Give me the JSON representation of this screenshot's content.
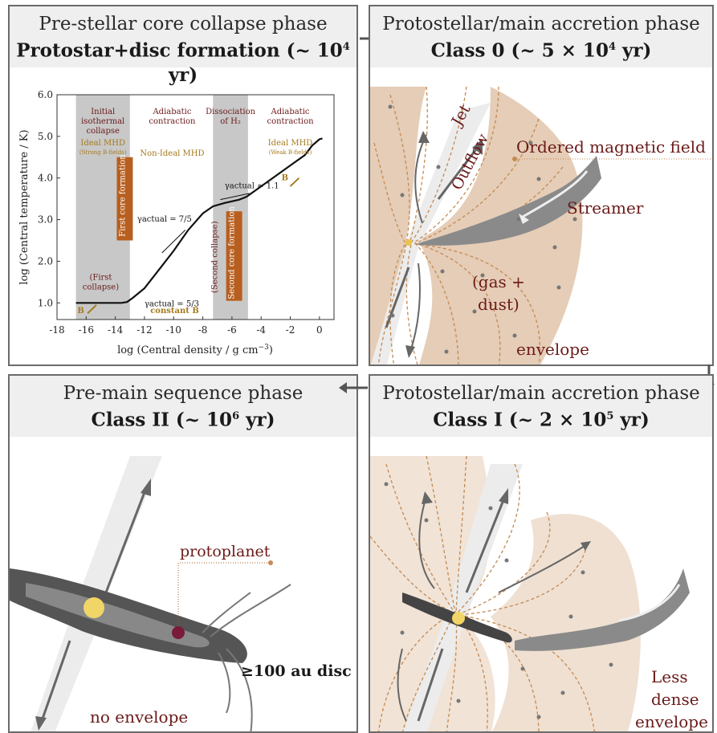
{
  "panel_tl": {
    "title": "Pre-stellar core collapse phase",
    "subtitle_a": "Protostar+disc formation (~ 10",
    "subtitle_exp": "4",
    "subtitle_b": " yr)"
  },
  "panel_tr": {
    "title": "Protostellar/main accretion phase",
    "subtitle_a": "Class 0 (~ 5 × 10",
    "subtitle_exp": "4",
    "subtitle_b": " yr)",
    "labels": {
      "jet": "Jet",
      "outflow": "Outflow",
      "field": "Ordered magnetic field",
      "streamer": "Streamer",
      "gas": "(gas +",
      "dust": "dust)",
      "envelope": "envelope"
    }
  },
  "panel_bl": {
    "title": "Pre-main sequence phase",
    "subtitle_a": "Class II (~ 10",
    "subtitle_exp": "6",
    "subtitle_b": " yr)",
    "labels": {
      "protoplanet": "protoplanet",
      "disc": "≥100 au disc",
      "no_envelope": "no envelope"
    }
  },
  "panel_br": {
    "title": "Protostellar/main accretion phase",
    "subtitle_a": "Class I (~ 2 × 10",
    "subtitle_exp": "5",
    "subtitle_b": " yr)",
    "labels": {
      "less": "Less",
      "dense": "dense",
      "envelope": "envelope"
    }
  },
  "colors": {
    "envelope": "#e5cdb7",
    "field_lines": "#c48a52",
    "band": "#c8c8c8",
    "orange_box": "#b85f1f",
    "maroon": "#6b1a1a",
    "gold": "#a57a1e"
  },
  "chart_data": {
    "type": "line",
    "xlabel": "log (Central density / g cm",
    "xlabel_exp": "−3",
    "xlabel_end": ")",
    "ylabel": "log (Central temperature / K)",
    "xlim": [
      -18,
      1
    ],
    "ylim": [
      0.6,
      6.0
    ],
    "xticks": [
      -18,
      -16,
      -14,
      -12,
      -10,
      -8,
      -6,
      -4,
      -2,
      0
    ],
    "yticks": [
      1.0,
      2.0,
      3.0,
      4.0,
      5.0,
      6.0
    ],
    "xtick_labels": [
      "-18",
      "-16",
      "-14",
      "-12",
      "-10",
      "-8",
      "-6",
      "-4",
      "-2",
      "0"
    ],
    "ytick_labels": [
      "1.0",
      "2.0",
      "3.0",
      "4.0",
      "5.0",
      "6.0"
    ],
    "shaded_ranges": [
      [
        -16.7,
        -13.0
      ],
      [
        -7.3,
        -4.9
      ]
    ],
    "series": [
      {
        "x": [
          -16.7,
          -13.6,
          -13.2,
          -12.8,
          -12.0,
          -11.0,
          -10.0,
          -9.0,
          -8.0,
          -7.3,
          -6.5,
          -5.5,
          -5.0,
          -4.0,
          -3.0,
          -2.0,
          -1.0,
          -0.5,
          0.0,
          0.2
        ],
        "y": [
          1.0,
          1.0,
          1.02,
          1.12,
          1.35,
          1.8,
          2.25,
          2.75,
          3.15,
          3.32,
          3.4,
          3.48,
          3.55,
          3.8,
          4.05,
          4.3,
          4.55,
          4.78,
          4.93,
          4.95
        ]
      }
    ],
    "annotations": {
      "region1": [
        "Initial",
        "isothermal",
        "collapse"
      ],
      "region1_mhd": "Ideal MHD",
      "region1_b": "(Strong B-fields)",
      "region2": [
        "Adiabatic",
        "contraction"
      ],
      "region2_mhd": "Non-Ideal MHD",
      "region3": [
        "Dissociation",
        "of H₂"
      ],
      "region4": [
        "Adiabatic",
        "contraction"
      ],
      "region4_mhd": "Ideal MHD",
      "region4_b": "(Weak B-fields)",
      "first_core": "First core formation",
      "second_core": "Second core formation",
      "first_collapse": [
        "(First",
        "collapse)"
      ],
      "second_collapse": "(Second collapse)",
      "gamma_53": "γactual = 5/3",
      "gamma_75": "γactual = 7/5",
      "gamma_11": "γactual ≈ 1.1",
      "constant_b": "constant B",
      "b_label": "B"
    }
  }
}
